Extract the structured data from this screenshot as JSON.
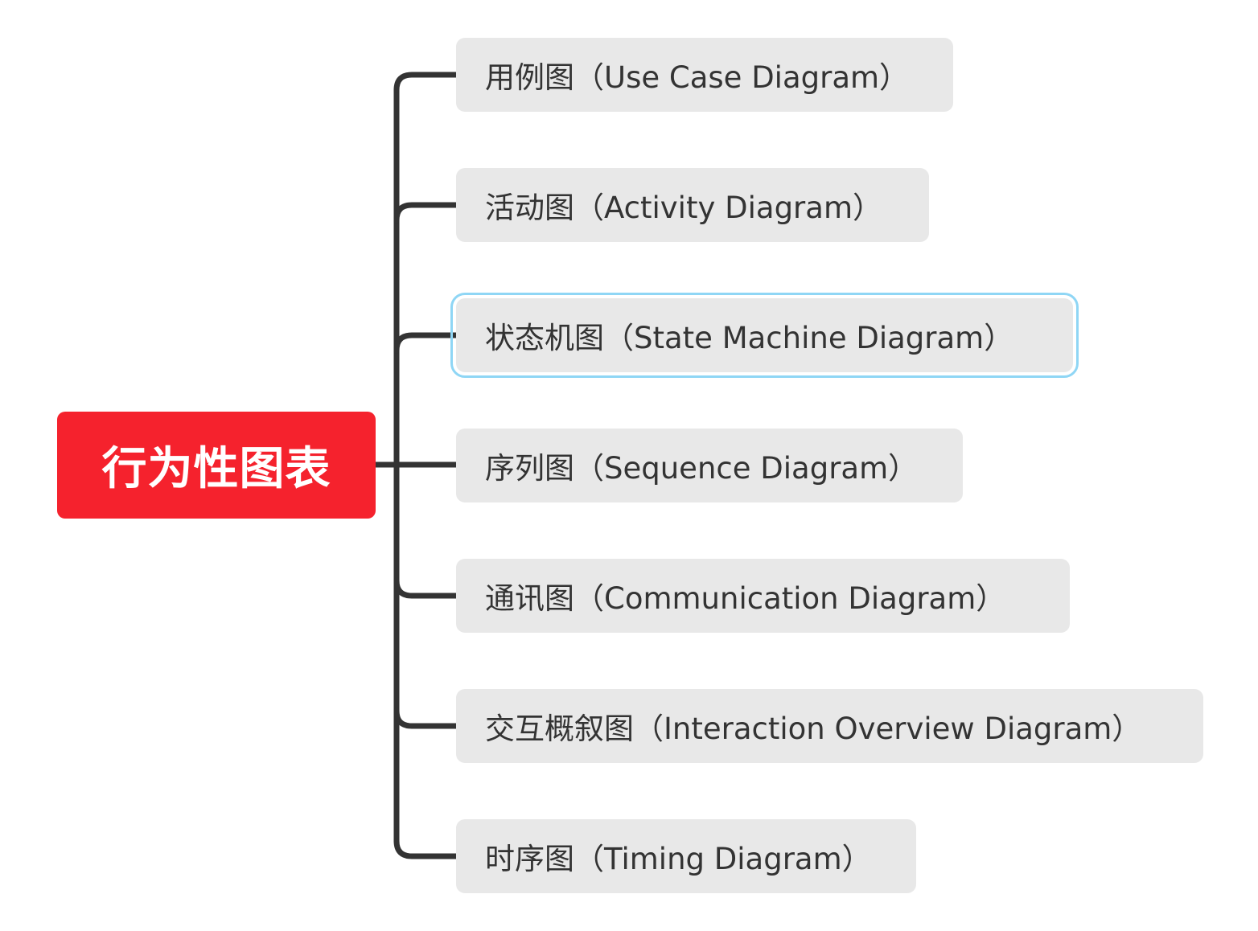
{
  "mindmap": {
    "root": {
      "label": "行为性图表",
      "color": "#f5222d"
    },
    "connector_color": "#333333",
    "children": [
      {
        "label": "用例图（Use Case Diagram）",
        "selected": false
      },
      {
        "label": "活动图（Activity Diagram）",
        "selected": false
      },
      {
        "label": "状态机图（State Machine Diagram）",
        "selected": true
      },
      {
        "label": "序列图（Sequence Diagram）",
        "selected": false
      },
      {
        "label": "通讯图（Communication Diagram）",
        "selected": false
      },
      {
        "label": "交互概叙图（Interaction Overview Diagram）",
        "selected": false
      },
      {
        "label": "时序图（Timing Diagram）",
        "selected": false
      }
    ]
  }
}
